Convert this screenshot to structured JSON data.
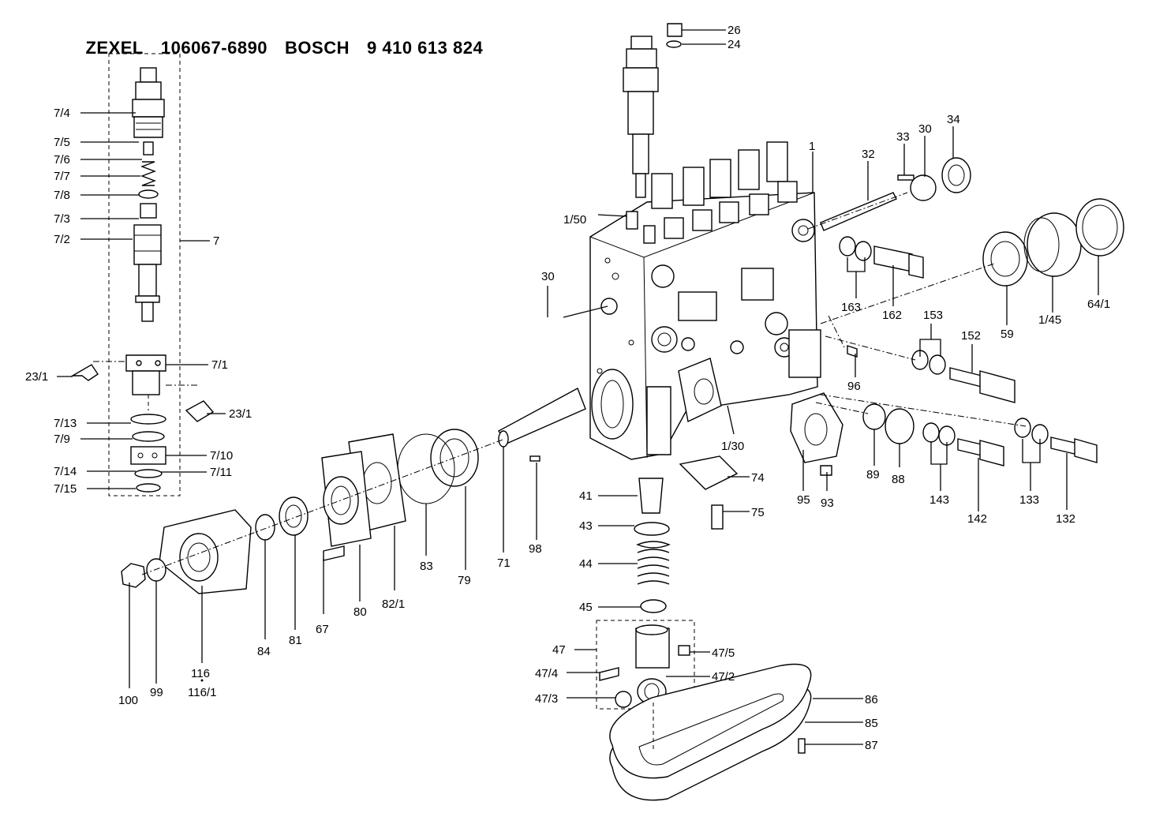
{
  "header": {
    "maker_a": "ZEXEL",
    "part_a": "106067-6890",
    "maker_b": "BOSCH",
    "part_b": "9 410 613 824"
  },
  "labels": {
    "l7_4": "7/4",
    "l7_5": "7/5",
    "l7_6": "7/6",
    "l7_7": "7/7",
    "l7_8": "7/8",
    "l7_3": "7/3",
    "l7_2": "7/2",
    "l7": "7",
    "l7_1": "7/1",
    "l23_1a": "23/1",
    "l23_1b": "23/1",
    "l7_13": "7/13",
    "l7_9": "7/9",
    "l7_10": "7/10",
    "l7_14": "7/14",
    "l7_11": "7/11",
    "l7_15": "7/15",
    "l26": "26",
    "l24": "24",
    "l1": "1",
    "l32": "32",
    "l33": "33",
    "l30a": "30",
    "l34": "34",
    "l1_50": "1/50",
    "l30b": "30",
    "l163": "163",
    "l162": "162",
    "l59": "59",
    "l1_45": "1/45",
    "l64_1": "64/1",
    "l153": "153",
    "l152": "152",
    "l96": "96",
    "l1_30": "1/30",
    "l89": "89",
    "l88": "88",
    "l143": "143",
    "l142": "142",
    "l133": "133",
    "l132": "132",
    "l74": "74",
    "l95": "95",
    "l93": "93",
    "l41": "41",
    "l75": "75",
    "l43": "43",
    "l44": "44",
    "l45": "45",
    "l47": "47",
    "l47_5": "47/5",
    "l47_4": "47/4",
    "l47_2": "47/2",
    "l47_3": "47/3",
    "l86": "86",
    "l85": "85",
    "l87": "87",
    "l71": "71",
    "l98": "98",
    "l79": "79",
    "l83": "83",
    "l82_1": "82/1",
    "l80": "80",
    "l67": "67",
    "l81": "81",
    "l84": "84",
    "l116": "116",
    "l116_1": "116/1",
    "l99": "99",
    "l100": "100"
  },
  "colors": {
    "ink": "#000000",
    "paper": "#ffffff"
  }
}
